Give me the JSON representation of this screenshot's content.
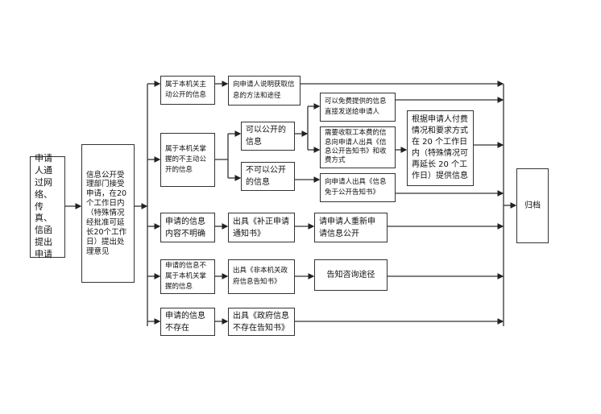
{
  "nodes": {
    "applicant": "申请人通过网络、传真、信函提出申请",
    "accept": "信息公开受理部门接受申请，在20个工作日内（特殊情况经批准可延长20个工作日）提出处理意见",
    "b1": "属于本机关主动公开的信息",
    "b2": "属于本机关掌握的不主动公开的信息",
    "b3": "申请的信息内容不明确",
    "b4": "申请的信息不属于本机关掌握的信息",
    "b5": "申请的信息不存在",
    "c1": "向申请人说明获取信息的方法和途径",
    "c2a": "可以公开的信息",
    "c2b": "不可以公开的信息",
    "c3": "出具《补正申请通知书》",
    "c4": "出具《非本机关政府信息告知书》",
    "c5": "出具《政府信息不存在告知书》",
    "d1": "可以免费提供的信息直接发送给申请人",
    "d2": "需要收取工本费的信息向申请人出具《信息公开告知书》和收费方式",
    "d3": "向申请人出具《信息免于公开告知书》",
    "d4": "请申请人重新申请信息公开",
    "d5": "告知咨询途径",
    "e1": "根据申请人付费情况和要求方式在 20 个工作日内（特殊情况可再延长 20 个工作日）提供信息",
    "archive": "归档"
  }
}
